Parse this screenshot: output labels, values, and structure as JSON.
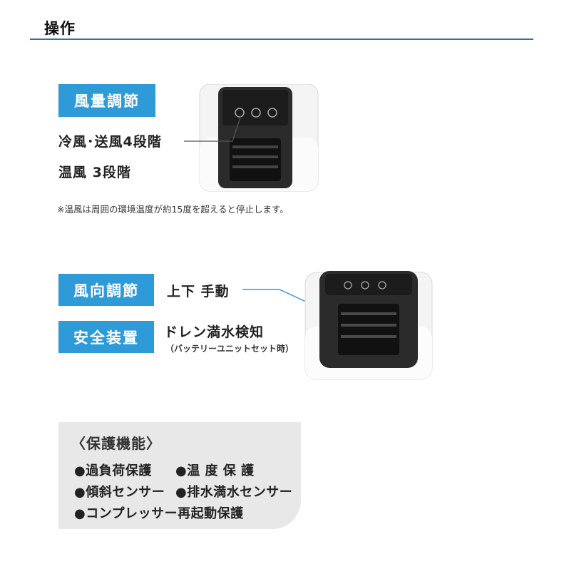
{
  "page": {
    "section_title": "操作"
  },
  "airflow": {
    "label": "風量調節",
    "cool_text": "冷風･送風4段階",
    "warm_text": "温風 3段階",
    "note": "※温風は周囲の環境温度が約15度を超えると停止します。"
  },
  "direction": {
    "label": "風向調節",
    "text": "上下 手動"
  },
  "safety": {
    "label": "安全装置",
    "text": "ドレン満水検知",
    "sub_text": "（バッテリーユニットセット時）"
  },
  "protection": {
    "title": "〈保護機能〉",
    "items": [
      "●過負荷保護",
      "●温 度 保 護",
      "●傾斜センサー",
      "●排水満水センサー",
      "●コンプレッサー再起動保護"
    ]
  },
  "colors": {
    "label_bg": "#2e9ad8",
    "title_rule": "#2f6eb5",
    "leader_line": "#2e9ad8"
  }
}
